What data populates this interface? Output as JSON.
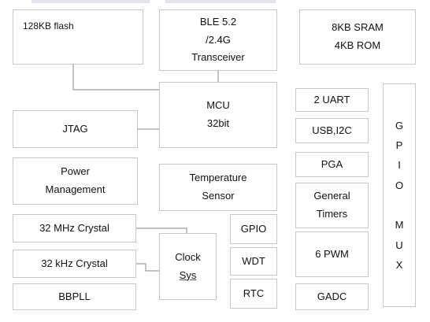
{
  "blocks": {
    "flash": "128KB flash",
    "ble": "BLE 5.2\n/2.4G\nTransceiver",
    "sram": "8KB SRAM\n4KB ROM",
    "mcu": "MCU\n32bit",
    "jtag": "JTAG",
    "power": "Power\nManagement",
    "temp": "Temperature\nSensor",
    "xtal32m": "32 MHz Crystal",
    "xtal32k": "32 kHz Crystal",
    "bbpll": "BBPLL",
    "clock_line1": "Clock",
    "clock_line2": "Sys",
    "gpio": "GPIO",
    "wdt": "WDT",
    "rtc": "RTC",
    "uart": "2 UART",
    "usb_i2c": "USB,I2C",
    "pga": "PGA",
    "timers": "General\nTimers",
    "pwm": "6 PWM",
    "gadc": "GADC",
    "gpio_mux": "G\nP\nI\nO\n\nM\nU\nX"
  },
  "colors": {
    "border": "#c7c7c7",
    "line": "#8a8a8a",
    "topbar": "#e3e6ea"
  }
}
